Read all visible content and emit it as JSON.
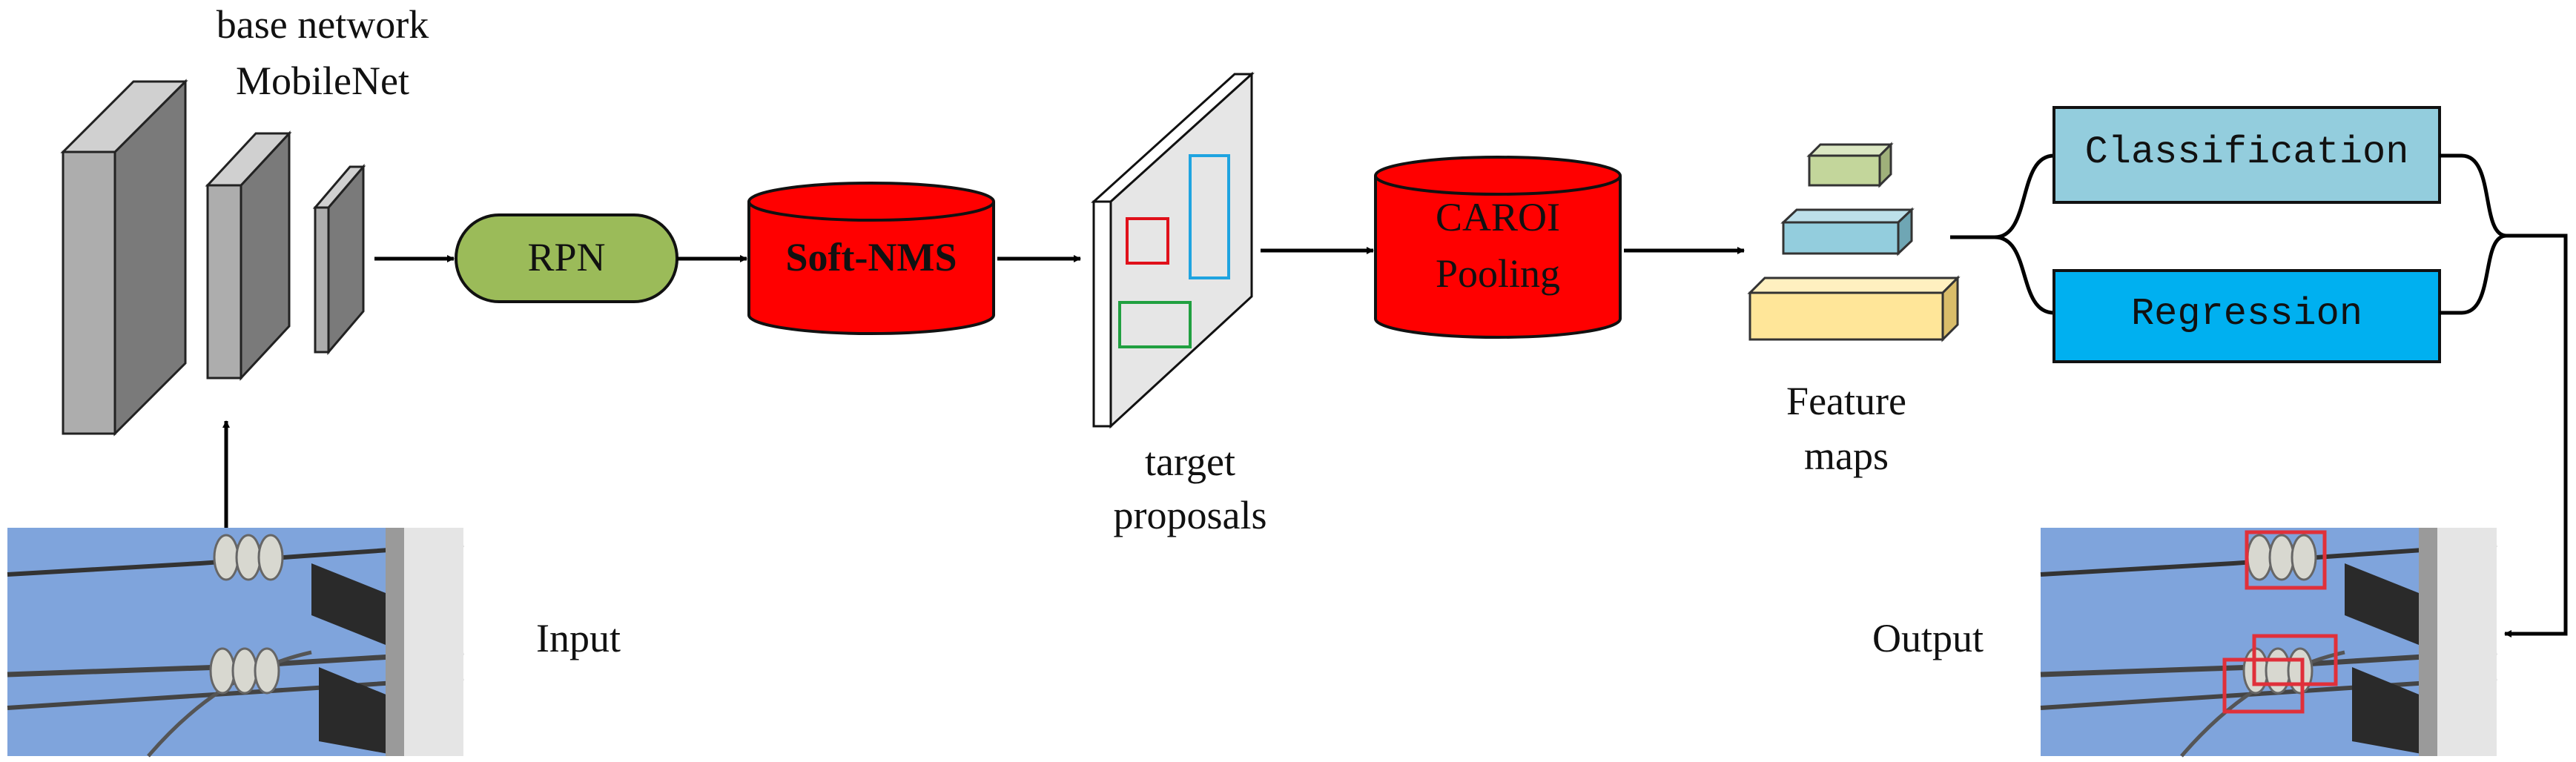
{
  "backbone": {
    "title_line1": "base network",
    "title_line2": "MobileNet"
  },
  "rpn_label": "RPN",
  "softnms_label": "Soft-NMS",
  "proposals": {
    "line1": "target",
    "line2": "proposals"
  },
  "caroi": {
    "line1": "CAROI",
    "line2": "Pooling"
  },
  "feature_maps": {
    "line1": "Feature",
    "line2": "maps"
  },
  "heads": {
    "classification": "Classification",
    "regression": "Regression"
  },
  "input_label": "Input",
  "output_label": "Output",
  "colors": {
    "rpn_fill": "#9BBB59",
    "cylinder_fill": "#FF0000",
    "classification_fill": "#93CDDD",
    "regression_fill": "#00B0F0",
    "feature_green": "#C3D69B",
    "feature_blue": "#93CDDD",
    "feature_yellow": "#FFE699",
    "sky": "#7FA4DC",
    "detection_box": "#E0303A"
  }
}
